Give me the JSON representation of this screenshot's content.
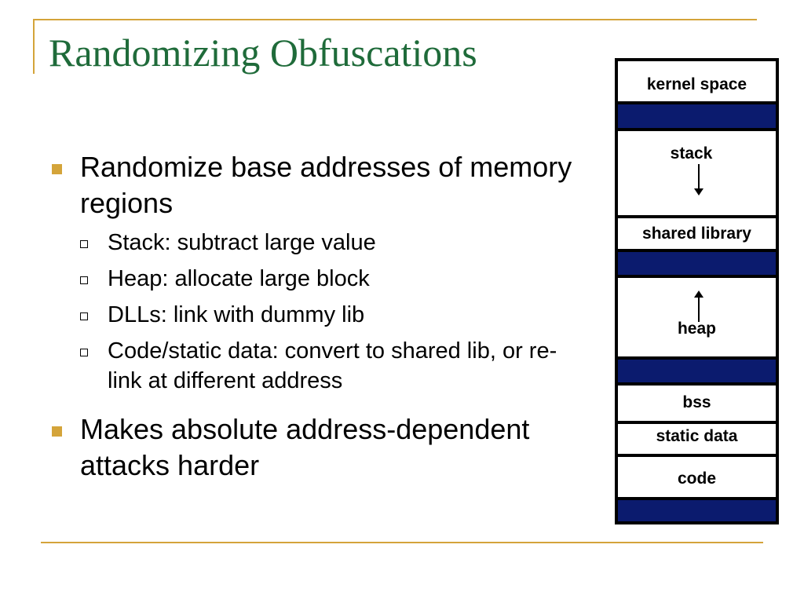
{
  "slide": {
    "title": "Randomizing Obfuscations",
    "bullets": [
      {
        "text": "Randomize base addresses of memory regions",
        "sub": [
          "Stack: subtract large value",
          "Heap: allocate large block",
          "DLLs: link with dummy lib",
          "Code/static data: convert to shared lib, or re-link at different address"
        ]
      },
      {
        "text": "Makes absolute address-dependent attacks harder"
      }
    ]
  },
  "memory_layout": {
    "segments": [
      {
        "label": "kernel space"
      },
      {
        "label": ""
      },
      {
        "label": "stack",
        "arrow": "down"
      },
      {
        "label": "shared library"
      },
      {
        "label": ""
      },
      {
        "label": "heap",
        "arrow": "up"
      },
      {
        "label": ""
      },
      {
        "label": "bss"
      },
      {
        "label": "static data"
      },
      {
        "label": "code"
      },
      {
        "label": ""
      }
    ]
  },
  "colors": {
    "title_green": "#1f6b3a",
    "accent_gold": "#d4a43a",
    "region_blue": "#0b1b6e"
  }
}
